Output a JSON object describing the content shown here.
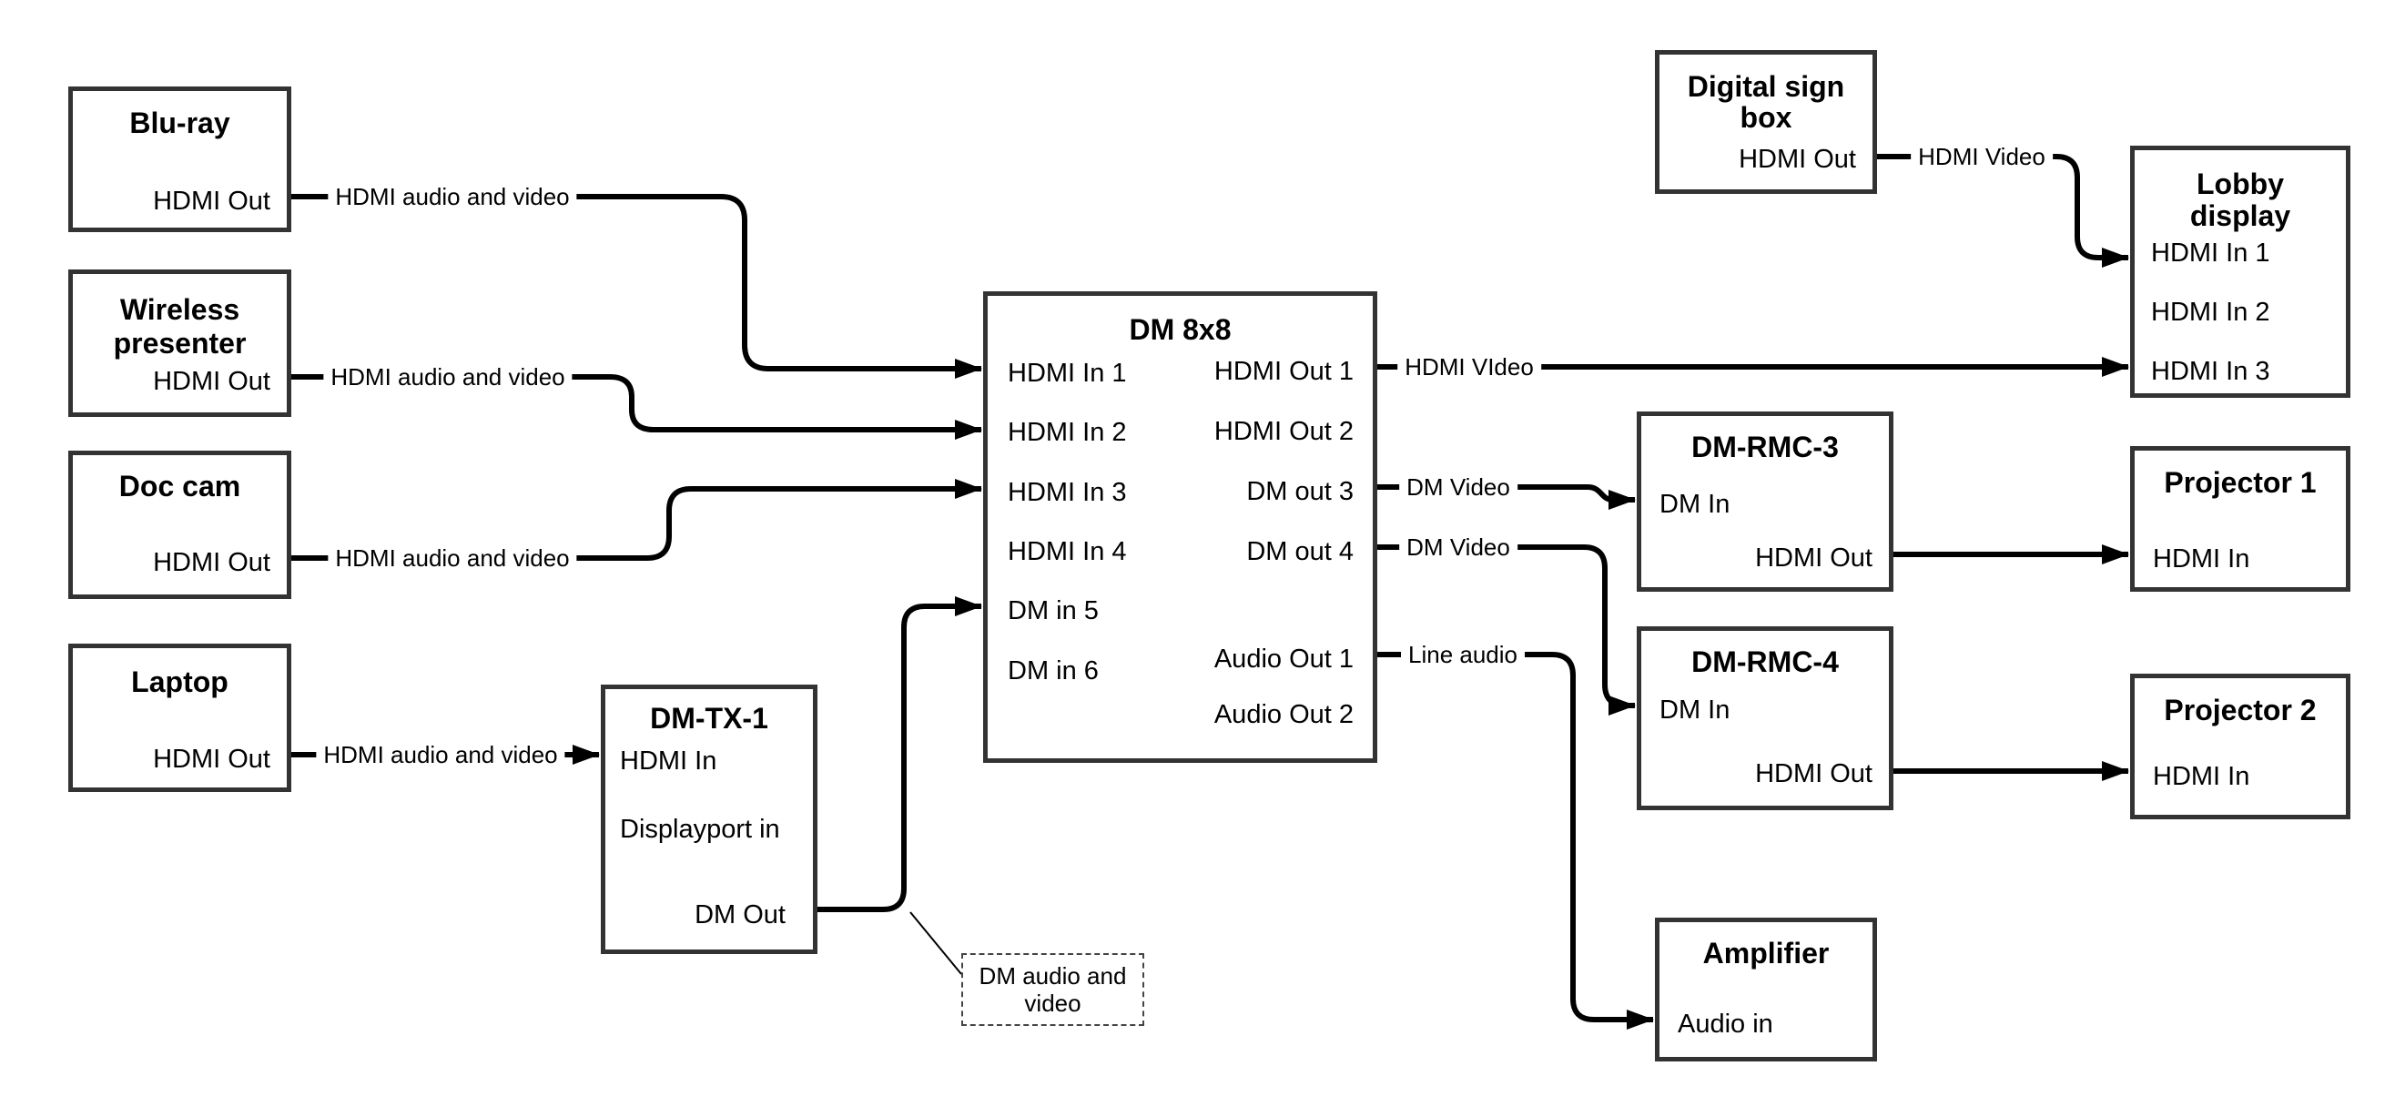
{
  "colors": {
    "background": "#ffffff",
    "box_border": "#333333",
    "cable": "#000000",
    "text": "#000000"
  },
  "nodes": {
    "blu_ray": {
      "title": "Blu-ray",
      "port_hdmi_out": "HDMI Out"
    },
    "wireless_presenter": {
      "title_line1": "Wireless",
      "title_line2": "presenter",
      "port_hdmi_out": "HDMI Out"
    },
    "doc_cam": {
      "title": "Doc cam",
      "port_hdmi_out": "HDMI Out"
    },
    "laptop": {
      "title": "Laptop",
      "port_hdmi_out": "HDMI Out"
    },
    "dm_tx_1": {
      "title": "DM-TX-1",
      "port_hdmi_in": "HDMI In",
      "port_displayport_in": "Displayport in",
      "port_dm_out": "DM Out"
    },
    "dm_8x8": {
      "title": "DM 8x8",
      "inputs": [
        "HDMI In 1",
        "HDMI In 2",
        "HDMI In 3",
        "HDMI In 4",
        "DM in 5",
        "DM in 6"
      ],
      "outputs": [
        "HDMI Out 1",
        "HDMI Out 2",
        "DM out 3",
        "DM out 4",
        "Audio Out 1",
        "Audio Out 2"
      ]
    },
    "digital_sign_box": {
      "title_line1": "Digital sign",
      "title_line2": "box",
      "port_hdmi_out": "HDMI Out"
    },
    "lobby_display": {
      "title_line1": "Lobby",
      "title_line2": "display",
      "inputs": [
        "HDMI In 1",
        "HDMI In 2",
        "HDMI In 3"
      ]
    },
    "dm_rmc_3": {
      "title": "DM-RMC-3",
      "port_dm_in": "DM In",
      "port_hdmi_out": "HDMI Out"
    },
    "dm_rmc_4": {
      "title": "DM-RMC-4",
      "port_dm_in": "DM In",
      "port_hdmi_out": "HDMI Out"
    },
    "projector_1": {
      "title": "Projector 1",
      "port_hdmi_in": "HDMI In"
    },
    "projector_2": {
      "title": "Projector 2",
      "port_hdmi_in": "HDMI In"
    },
    "amplifier": {
      "title": "Amplifier",
      "port_audio_in": "Audio in"
    }
  },
  "connections": [
    {
      "from": "Blu-ray HDMI Out",
      "to": "DM 8x8 HDMI In 1",
      "label": "HDMI audio and video"
    },
    {
      "from": "Wireless presenter HDMI Out",
      "to": "DM 8x8 HDMI In 2",
      "label": "HDMI audio and video"
    },
    {
      "from": "Doc cam HDMI Out",
      "to": "DM 8x8 HDMI In 3",
      "label": "HDMI audio and video"
    },
    {
      "from": "Laptop HDMI Out",
      "to": "DM-TX-1 HDMI In",
      "label": "HDMI audio and video"
    },
    {
      "from": "DM-TX-1 DM Out",
      "to": "DM 8x8 DM in 5",
      "label": null
    },
    {
      "from": "DM 8x8 HDMI Out 1",
      "to": "Lobby display HDMI In 3",
      "label": "HDMI VIdeo"
    },
    {
      "from": "DM 8x8 DM out 3",
      "to": "DM-RMC-3 DM In",
      "label": "DM Video"
    },
    {
      "from": "DM 8x8 DM out 4",
      "to": "DM-RMC-4 DM In",
      "label": "DM Video"
    },
    {
      "from": "DM 8x8 Audio Out 1",
      "to": "Amplifier Audio in",
      "label": "Line audio"
    },
    {
      "from": "Digital sign box HDMI Out",
      "to": "Lobby display HDMI In 1",
      "label": "HDMI Video"
    },
    {
      "from": "DM-RMC-3 HDMI Out",
      "to": "Projector 1 HDMI In",
      "label": null
    },
    {
      "from": "DM-RMC-4 HDMI Out",
      "to": "Projector 2 HDMI In",
      "label": null
    }
  ],
  "callout": {
    "line1": "DM audio and",
    "line2": "video"
  }
}
